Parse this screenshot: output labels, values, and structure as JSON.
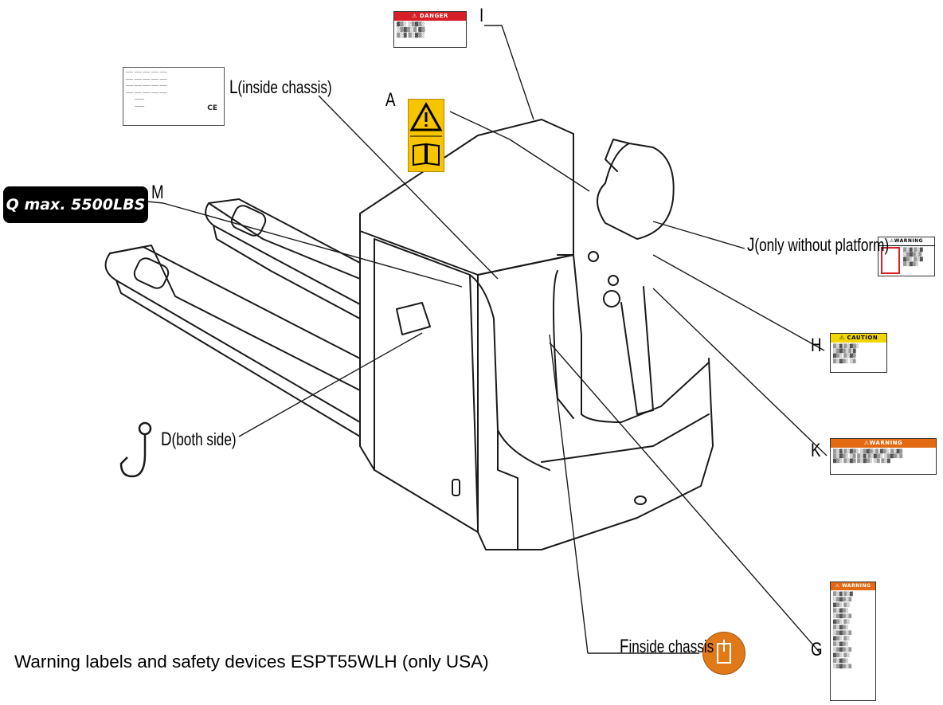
{
  "caption": "Warning labels and safety devices ESPT55WLH (only USA)",
  "load_badge": "Q max. 5500LBS",
  "labels": {
    "A": {
      "letter": "A"
    },
    "D": {
      "letter": "D",
      "note": "(both side)"
    },
    "F": {
      "letter": "F",
      "note": "inside chassis"
    },
    "G": {
      "letter": "G"
    },
    "H": {
      "letter": "H"
    },
    "I": {
      "letter": "I"
    },
    "J": {
      "letter": "J",
      "note": "(only without platform)"
    },
    "K": {
      "letter": "K"
    },
    "L": {
      "letter": "L",
      "note": "(inside chassis)"
    },
    "M": {
      "letter": "M"
    }
  },
  "decals": {
    "danger_header": "⚠ DANGER",
    "warning_header": "⚠WARNING",
    "caution_header": "⚠ CAUTION",
    "k_header": "⚠WARNING",
    "g_header": "⚠ WARNING",
    "ce_mark": "CE"
  },
  "colors": {
    "danger": "#d61f26",
    "caution": "#f2d600",
    "warning_orange": "#e36a12",
    "icon_yellow": "#f7c400",
    "icon_orange": "#e07a18"
  }
}
